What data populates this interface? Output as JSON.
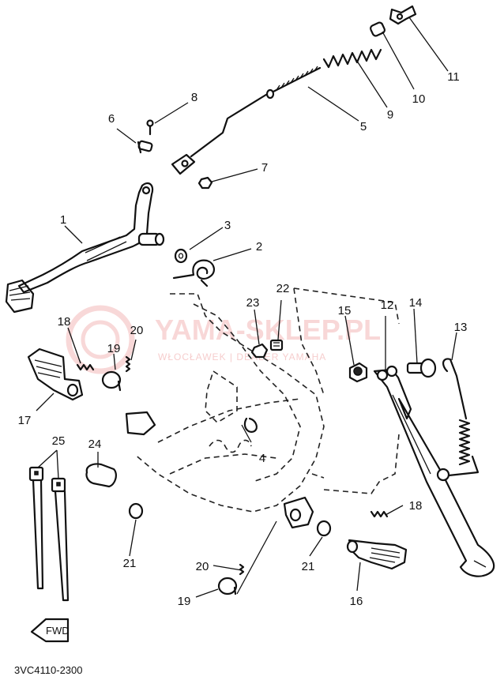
{
  "watermark": {
    "brand": "YAMA-SKLEP.PL",
    "tagline": "WŁOCŁAWEK | DEALER YAMAHA",
    "color": "#f3b8b8"
  },
  "diagram_code": "3VC4110-2300",
  "fwd_label": "FWD",
  "callouts": {
    "c1": "1",
    "c2": "2",
    "c3": "3",
    "c4": "4",
    "c5": "5",
    "c6": "6",
    "c7": "7",
    "c8": "8",
    "c9": "9",
    "c10": "10",
    "c11": "11",
    "c12": "12",
    "c13": "13",
    "c14": "14",
    "c15": "15",
    "c16": "16",
    "c17": "17",
    "c18a": "18",
    "c18b": "18",
    "c19a": "19",
    "c19b": "19",
    "c20a": "20",
    "c20b": "20",
    "c21a": "21",
    "c21b": "21",
    "c22": "22",
    "c23": "23",
    "c24": "24",
    "c25": "25"
  }
}
